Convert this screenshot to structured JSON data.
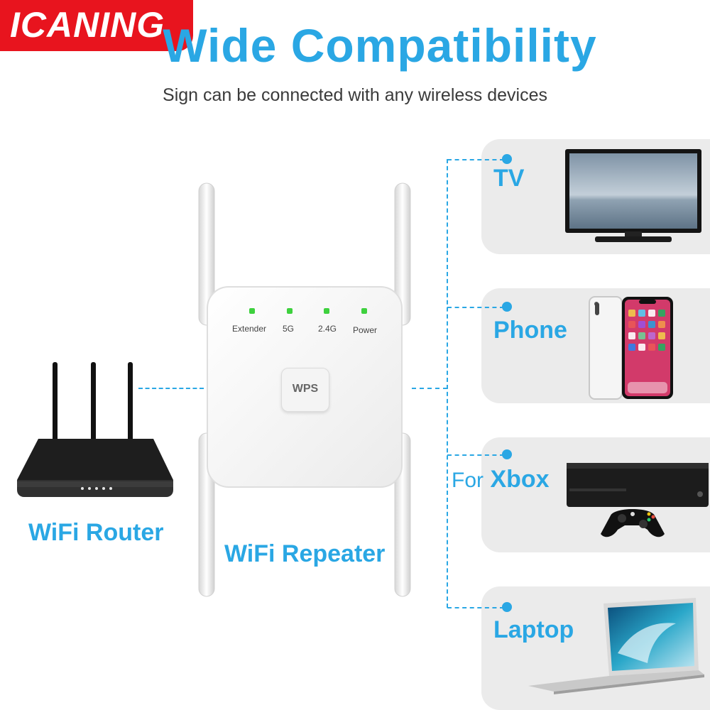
{
  "brand": {
    "name": "ICANING",
    "color": "#e8141e"
  },
  "header": {
    "title": "Wide Compatibility",
    "subtitle": "Sign can be connected with any wireless devices",
    "accent_color": "#2aa7e4"
  },
  "router": {
    "label": "WiFi Router",
    "icon": "router-icon"
  },
  "repeater": {
    "label": "WiFi Repeater",
    "indicators": [
      {
        "label": "Extender"
      },
      {
        "label": "5G"
      },
      {
        "label": "2.4G"
      },
      {
        "label": "Power"
      }
    ],
    "wps_button_label": "WPS",
    "led_color": "#3ed13e"
  },
  "devices": [
    {
      "name_prefix": "",
      "name": "TV",
      "icon": "tv-icon"
    },
    {
      "name_prefix": "",
      "name": "Phone",
      "icon": "phone-icon"
    },
    {
      "name_prefix": "For",
      "name": "Xbox",
      "icon": "xbox-icon"
    },
    {
      "name_prefix": "",
      "name": "Laptop",
      "icon": "laptop-icon"
    }
  ]
}
